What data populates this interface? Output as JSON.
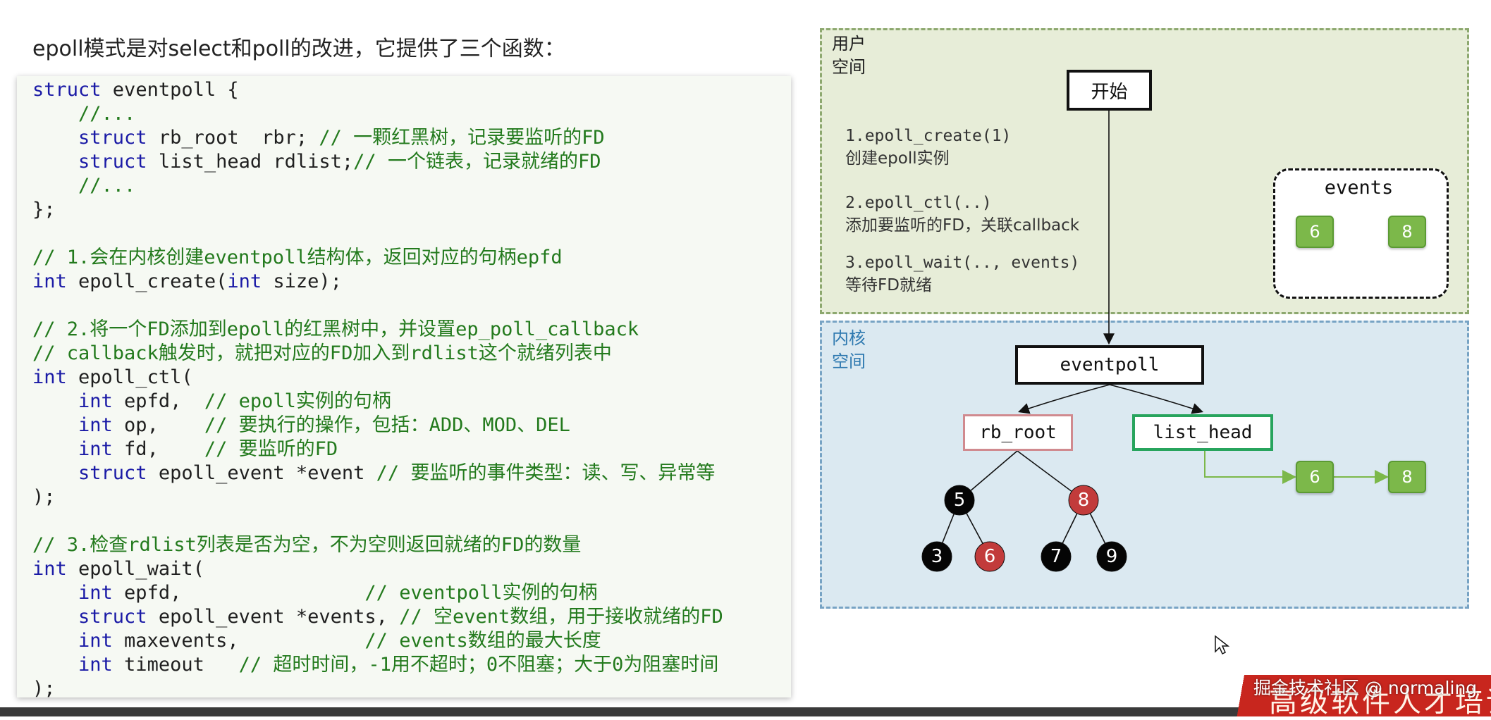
{
  "heading": "epoll模式是对select和poll的改进，它提供了三个函数：",
  "code_lines": [
    [
      {
        "t": "kw",
        "s": "struct"
      },
      {
        "t": "tx",
        "s": " eventpoll {"
      }
    ],
    [
      {
        "t": "cm",
        "s": "    //..."
      }
    ],
    [
      {
        "t": "kw",
        "s": "    struct"
      },
      {
        "t": "tx",
        "s": " rb_root  rbr; "
      },
      {
        "t": "cm",
        "s": "// 一颗红黑树，记录要监听的FD"
      }
    ],
    [
      {
        "t": "kw",
        "s": "    struct"
      },
      {
        "t": "tx",
        "s": " list_head rdlist;"
      },
      {
        "t": "cm",
        "s": "// 一个链表，记录就绪的FD"
      }
    ],
    [
      {
        "t": "cm",
        "s": "    //..."
      }
    ],
    [
      {
        "t": "tx",
        "s": "};"
      }
    ],
    [],
    [
      {
        "t": "cm",
        "s": "// 1.会在内核创建eventpoll结构体，返回对应的句柄epfd"
      }
    ],
    [
      {
        "t": "kw",
        "s": "int"
      },
      {
        "t": "tx",
        "s": " epoll_create("
      },
      {
        "t": "kw",
        "s": "int"
      },
      {
        "t": "tx",
        "s": " size);"
      }
    ],
    [],
    [
      {
        "t": "cm",
        "s": "// 2.将一个FD添加到epoll的红黑树中，并设置ep_poll_callback"
      }
    ],
    [
      {
        "t": "cm",
        "s": "// callback触发时，就把对应的FD加入到rdlist这个就绪列表中"
      }
    ],
    [
      {
        "t": "kw",
        "s": "int"
      },
      {
        "t": "tx",
        "s": " epoll_ctl("
      }
    ],
    [
      {
        "t": "kw",
        "s": "    int"
      },
      {
        "t": "tx",
        "s": " epfd,  "
      },
      {
        "t": "cm",
        "s": "// epoll实例的句柄"
      }
    ],
    [
      {
        "t": "kw",
        "s": "    int"
      },
      {
        "t": "tx",
        "s": " op,    "
      },
      {
        "t": "cm",
        "s": "// 要执行的操作，包括：ADD、MOD、DEL"
      }
    ],
    [
      {
        "t": "kw",
        "s": "    int"
      },
      {
        "t": "tx",
        "s": " fd,    "
      },
      {
        "t": "cm",
        "s": "// 要监听的FD"
      }
    ],
    [
      {
        "t": "kw",
        "s": "    struct"
      },
      {
        "t": "tx",
        "s": " epoll_event *event "
      },
      {
        "t": "cm",
        "s": "// 要监听的事件类型：读、写、异常等"
      }
    ],
    [
      {
        "t": "tx",
        "s": ");"
      }
    ],
    [],
    [
      {
        "t": "cm",
        "s": "// 3.检查rdlist列表是否为空，不为空则返回就绪的FD的数量"
      }
    ],
    [
      {
        "t": "kw",
        "s": "int"
      },
      {
        "t": "tx",
        "s": " epoll_wait("
      }
    ],
    [
      {
        "t": "kw",
        "s": "    int"
      },
      {
        "t": "tx",
        "s": " epfd,                "
      },
      {
        "t": "cm",
        "s": "// eventpoll实例的句柄"
      }
    ],
    [
      {
        "t": "kw",
        "s": "    struct"
      },
      {
        "t": "tx",
        "s": " epoll_event *events, "
      },
      {
        "t": "cm",
        "s": "// 空event数组，用于接收就绪的FD"
      }
    ],
    [
      {
        "t": "kw",
        "s": "    int"
      },
      {
        "t": "tx",
        "s": " maxevents,           "
      },
      {
        "t": "cm",
        "s": "// events数组的最大长度"
      }
    ],
    [
      {
        "t": "kw",
        "s": "    int"
      },
      {
        "t": "tx",
        "s": " timeout   "
      },
      {
        "t": "cm",
        "s": "// 超时时间，-1用不超时；0不阻塞；大于0为阻塞时间"
      }
    ],
    [
      {
        "t": "tx",
        "s": ");"
      }
    ]
  ],
  "diagram": {
    "user_space_label_1": "用户",
    "user_space_label_2": "空间",
    "kernel_space_label_1": "内核",
    "kernel_space_label_2": "空间",
    "start_label": "开始",
    "steps": [
      {
        "code": "1.epoll_create(1)",
        "desc": "创建epoll实例"
      },
      {
        "code": "2.epoll_ctl(..)",
        "desc": "添加要监听的FD，关联callback"
      },
      {
        "code": "3.epoll_wait(.., events)",
        "desc": "等待FD就绪"
      }
    ],
    "events_label": "events",
    "events_items": [
      "6",
      "8"
    ],
    "eventpoll_label": "eventpoll",
    "rb_root_label": "rb_root",
    "list_head_label": "list_head",
    "list_items": [
      "6",
      "8"
    ],
    "tree_nodes": [
      {
        "value": "5",
        "color": "black"
      },
      {
        "value": "8",
        "color": "red"
      },
      {
        "value": "3",
        "color": "black"
      },
      {
        "value": "6",
        "color": "red"
      },
      {
        "value": "7",
        "color": "black"
      },
      {
        "value": "9",
        "color": "black"
      }
    ]
  },
  "colors": {
    "keyword": "#1a1aa6",
    "comment": "#237a1d",
    "node_black": "#050505",
    "node_red": "#c23b3b",
    "green_box": "#7cb84a"
  },
  "watermark": "掘金技术社区 @ normaling",
  "banner_text": "高级软件人才培训"
}
